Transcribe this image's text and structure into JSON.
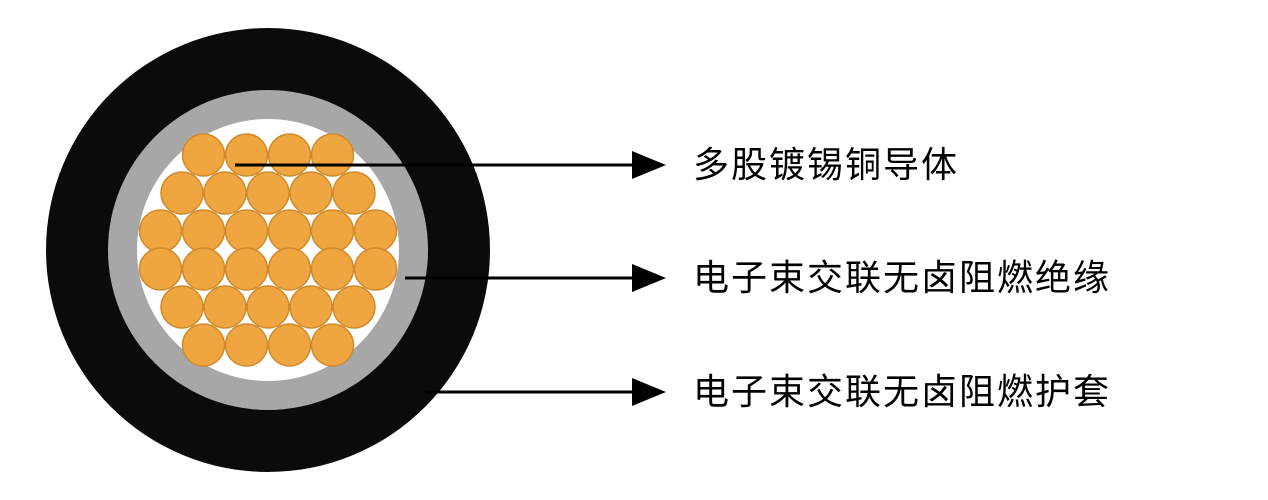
{
  "figure": {
    "type": "cable-cross-section-diagram",
    "labels": [
      {
        "id": "conductor",
        "text": "多股镀锡铜导体"
      },
      {
        "id": "insulation",
        "text": "电子束交联无卤阻燃绝缘"
      },
      {
        "id": "sheath",
        "text": "电子束交联无卤阻燃护套"
      }
    ],
    "layers": [
      {
        "name": "outer-sheath",
        "label_index": 2
      },
      {
        "name": "insulation-ring",
        "label_index": 1
      },
      {
        "name": "stranded-conductor",
        "label_index": 0
      }
    ],
    "strand_count": 30,
    "colors": {
      "background": "#ffffff",
      "sheath": "#0b0b0b",
      "insulation": "#a7a7a7",
      "core_background": "#ffffff",
      "strand_fill": "#f0a640",
      "strand_stroke": "#d08a2a",
      "line": "#000000",
      "text": "#000000"
    }
  }
}
